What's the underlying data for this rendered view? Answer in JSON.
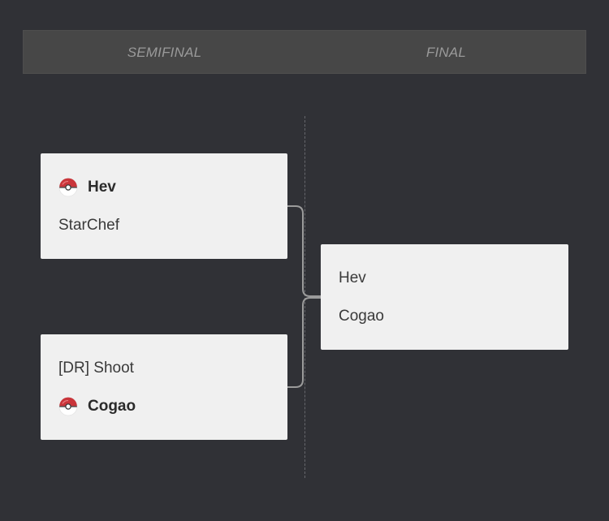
{
  "rounds": [
    {
      "title": "SEMIFINAL"
    },
    {
      "title": "FINAL"
    }
  ],
  "matches": [
    {
      "round": "SEMIFINAL",
      "players": [
        {
          "name": "Hev",
          "winner": true,
          "icon": "pokeball-icon"
        },
        {
          "name": "StarChef",
          "winner": false
        }
      ]
    },
    {
      "round": "SEMIFINAL",
      "players": [
        {
          "name": "[DR] Shoot",
          "winner": false
        },
        {
          "name": "Cogao",
          "winner": true,
          "icon": "pokeball-icon"
        }
      ]
    },
    {
      "round": "FINAL",
      "players": [
        {
          "name": "Hev",
          "winner": false
        },
        {
          "name": "Cogao",
          "winner": false
        }
      ]
    }
  ],
  "colors": {
    "background": "#303136",
    "header": "#474747",
    "card": "#f0f0f0",
    "connector": "#9b9b9b",
    "pokeball_red": "#c9353a"
  }
}
